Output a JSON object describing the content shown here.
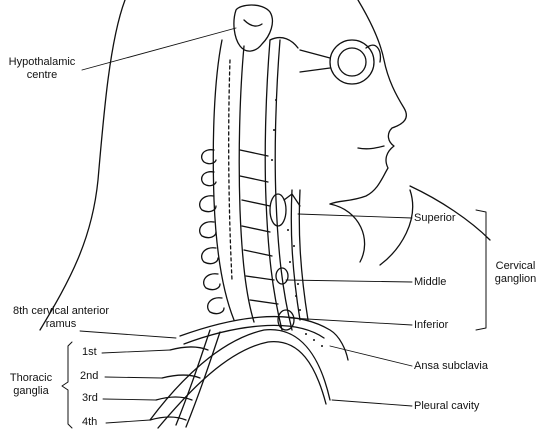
{
  "labels": {
    "hypothalamic_line1": "Hypothalamic",
    "hypothalamic_line2": "centre",
    "superior": "Superior",
    "middle": "Middle",
    "inferior": "Inferior",
    "cervical_line1": "Cervical",
    "cervical_line2": "ganglion",
    "eighth_line1": "8th cervical anterior",
    "eighth_line2": "ramus",
    "thoracic_line1": "Thoracic",
    "thoracic_line2": "ganglia",
    "first": "1st",
    "second": "2nd",
    "third": "3rd",
    "fourth": "4th",
    "ansa": "Ansa subclavia",
    "pleural": "Pleural cavity"
  }
}
